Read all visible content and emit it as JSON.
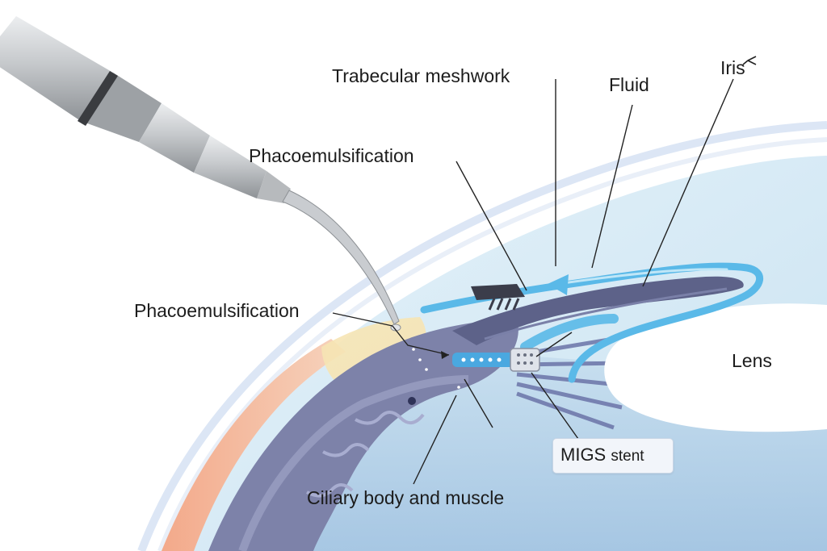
{
  "labels": {
    "trabecular": "Trabecular meshwork",
    "fluid": "Fluid",
    "iris": "Iris",
    "phaco_top": "Phacoemulsification",
    "phaco_left": "Phacoemulsification",
    "lens": "Lens",
    "migs_main": "MIGS",
    "migs_sub": "stent",
    "ciliary": "Ciliary body and muscle"
  },
  "colors": {
    "cornea_outline": "#d6e1f3",
    "sclera": "#f1b99a",
    "anterior_chamber": "#d9ecf6",
    "iris": "#5d6289",
    "ciliary": "#8a8fb4",
    "fluid_arrow": "#55b7e6",
    "stent": "#4aa8e0",
    "lens": "#ffffff",
    "instrument": "#c4c6c9"
  }
}
